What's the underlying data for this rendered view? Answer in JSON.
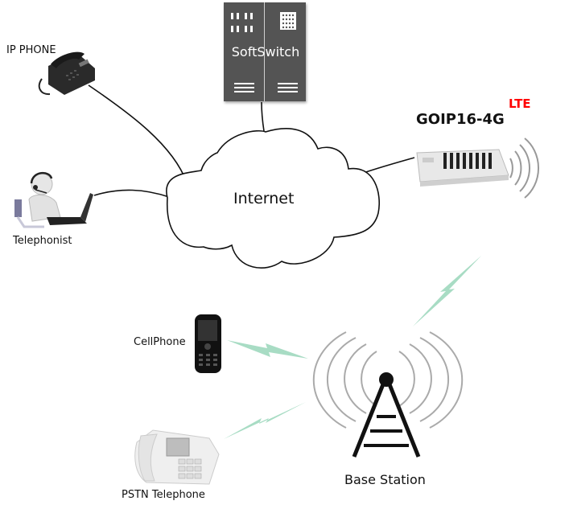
{
  "diagram": {
    "title": "GOIP16-4G LTE network topology",
    "nodes": {
      "ip_phone": {
        "label": "IP PHONE",
        "icon": "desk-phone-icon"
      },
      "telephonist": {
        "label": "Telephonist",
        "icon": "operator-laptop-icon"
      },
      "softswitch": {
        "label": "SoftSwitch",
        "icon": "server-rack-icon"
      },
      "internet": {
        "label": "Internet",
        "icon": "cloud-icon"
      },
      "goip": {
        "label": "GOIP16-4G",
        "badge": "LTE",
        "icon": "gsm-gateway-icon"
      },
      "cellphone": {
        "label": "CellPhone",
        "icon": "mobile-phone-icon"
      },
      "pstn": {
        "label": "PSTN Telephone",
        "icon": "landline-phone-icon"
      },
      "base_station": {
        "label": "Base Station",
        "icon": "radio-tower-icon"
      }
    },
    "connections": [
      {
        "from": "ip_phone",
        "to": "internet",
        "type": "wired"
      },
      {
        "from": "telephonist",
        "to": "internet",
        "type": "wired"
      },
      {
        "from": "softswitch",
        "to": "internet",
        "type": "wired"
      },
      {
        "from": "goip",
        "to": "internet",
        "type": "wired"
      },
      {
        "from": "goip",
        "to": "base_station",
        "type": "wireless"
      },
      {
        "from": "cellphone",
        "to": "base_station",
        "type": "wireless"
      },
      {
        "from": "pstn",
        "to": "base_station",
        "type": "wireless"
      }
    ],
    "colors": {
      "lte_badge": "#ff0000",
      "softswitch_fill": "#545454",
      "wireless_bolt": "#a8dcc4",
      "line": "#111111"
    }
  }
}
